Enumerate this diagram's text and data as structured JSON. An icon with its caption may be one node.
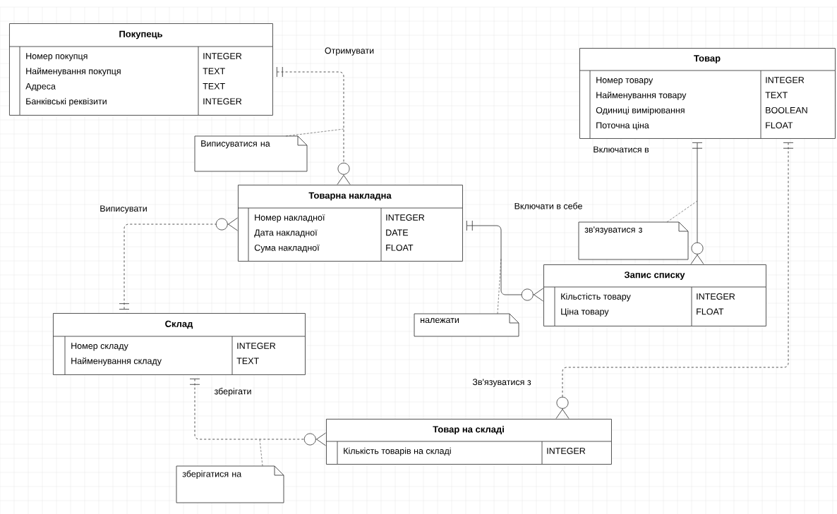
{
  "diagram": {
    "nodes": [
      {
        "text": [
          "Покупець",
          "Номер покупця",
          "INTEGER",
          "Найменування покупця",
          "TEXT",
          "Адреса",
          "TEXT",
          "Банківські реквізити",
          "INTEGER"
        ]
      },
      {
        "text": [
          "Товар",
          "Номер товару",
          "INTEGER",
          "Найменування товару",
          "TEXT",
          "Одиниці вимірювання",
          "BOOLEAN",
          "Поточна ціна",
          "FLOAT"
        ]
      },
      {
        "text": [
          "Виписуватися на"
        ]
      },
      {
        "text": [
          "Товарна накладна",
          "Номер накладної",
          "INTEGER",
          "Дата накладної",
          "DATE",
          "Сума накладної",
          "FLOAT"
        ]
      },
      {
        "text": [
          "зв'язуватися з"
        ]
      },
      {
        "text": [
          "Запис списку",
          "Кільстість товару",
          "INTEGER",
          "Ціна товару",
          "FLOAT"
        ]
      },
      {
        "text": [
          "Склад",
          "Номер складу",
          "INTEGER",
          "Найменування складу",
          "TEXT"
        ]
      },
      {
        "text": [
          "належати"
        ]
      },
      {
        "text": [
          "Товар на складі",
          "Кількість товарів на складі",
          "INTEGER"
        ]
      },
      {
        "text": [
          "зберігатися на"
        ]
      }
    ],
    "edges": [
      {
        "from": 0,
        "to": 3,
        "arrow": "other",
        "label": "Отримувати",
        "style": "dashed"
      },
      {
        "from": 6,
        "to": 3,
        "arrow": "other",
        "label": "Виписувати",
        "style": "dashed"
      },
      {
        "from": 3,
        "to": 5,
        "arrow": "other",
        "label": "Включати в себе"
      },
      {
        "from": 1,
        "to": 5,
        "arrow": "other",
        "label": "Включатися в"
      },
      {
        "from": 1,
        "to": 8,
        "arrow": "other",
        "label": "Зв'язуватися з",
        "style": "dashed"
      },
      {
        "from": 6,
        "to": 8,
        "arrow": "other",
        "label": "зберігати",
        "style": "dashed"
      },
      {
        "from": 2,
        "to": null,
        "arrow": "none",
        "style": "dashed"
      },
      {
        "from": 4,
        "to": null,
        "arrow": "none",
        "style": "dashed"
      },
      {
        "from": 7,
        "to": null,
        "arrow": "none",
        "style": "dashed"
      },
      {
        "from": 9,
        "to": null,
        "arrow": "none",
        "style": "dashed"
      }
    ]
  }
}
